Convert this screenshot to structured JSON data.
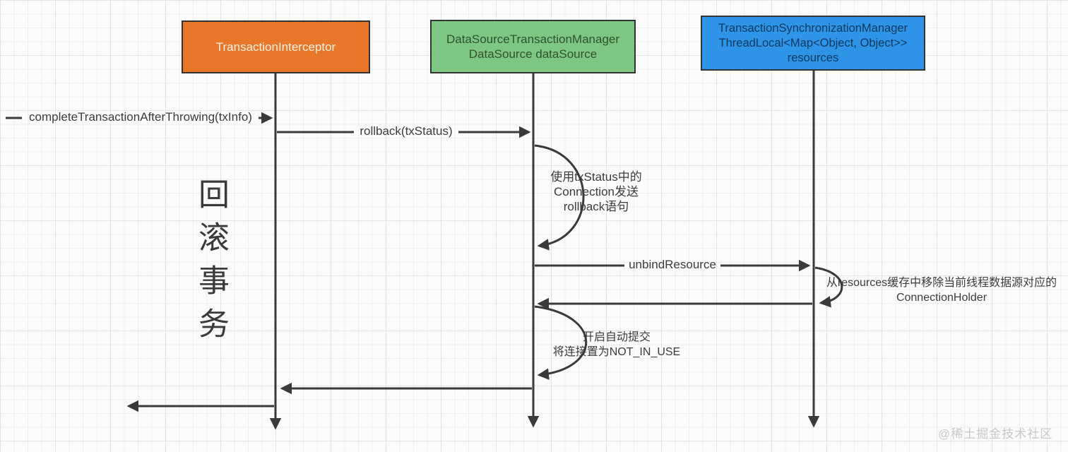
{
  "diagram": {
    "side_title": "回滚事务",
    "watermark": "@稀土掘金技术社区"
  },
  "actors": [
    {
      "label": "TransactionInterceptor",
      "color": "#e8772a"
    },
    {
      "label": "DataSourceTransactionManager\nDataSource dataSource",
      "color": "#7ec782"
    },
    {
      "label": "TransactionSynchronizationManager\nThreadLocal<Map<Object, Object>>\nresources",
      "color": "#2e94e8"
    }
  ],
  "messages": {
    "complete_transaction": "completeTransactionAfterThrowing(txInfo)",
    "rollback": "rollback(txStatus)",
    "unbind_resource": "unbindResource"
  },
  "notes": {
    "send_rollback": "使用txStatus中的\nConnection发送\nrollback语句",
    "remove_connection_holder": "从resources缓存中移除当前线程数据源对应的\nConnectionHolder",
    "auto_commit": "开启自动提交\n将连接置为NOT_IN_USE"
  },
  "colors": {
    "interceptor_box": "#e8772a",
    "manager_box": "#7ec782",
    "sync_manager_box": "#2e94e8",
    "line": "#3a3a3a",
    "background": "#fbfbfb",
    "grid_minor": "#efefef",
    "grid_major": "#e3e3e3",
    "watermark": "#c8c8c8"
  }
}
